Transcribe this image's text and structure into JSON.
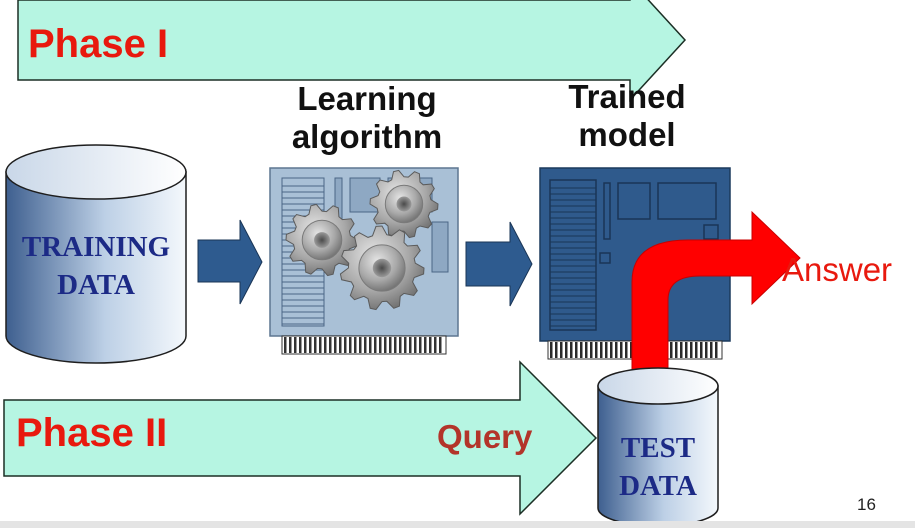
{
  "phase_one": {
    "label": "Phase I"
  },
  "phase_two": {
    "label": "Phase II",
    "query_label": "Query"
  },
  "learning_algorithm": {
    "line1": "Learning",
    "line2": "algorithm"
  },
  "trained_model": {
    "line1": "Trained",
    "line2": "model"
  },
  "training_data": {
    "line1": "TRAINING",
    "line2": "DATA"
  },
  "test_data": {
    "line1": "TEST",
    "line2": "DATA"
  },
  "answer": {
    "label": "Answer"
  },
  "slide_number": "16",
  "colors": {
    "phase_arrow_fill": "#b6f5e2",
    "flow_arrow": "#2e5b8f",
    "board_light": "#a9c0d6",
    "board_dark": "#2f5a8c",
    "answer_arrow": "#ff0000",
    "phase_text": "#e8190e",
    "db_text": "#1c2a86"
  }
}
